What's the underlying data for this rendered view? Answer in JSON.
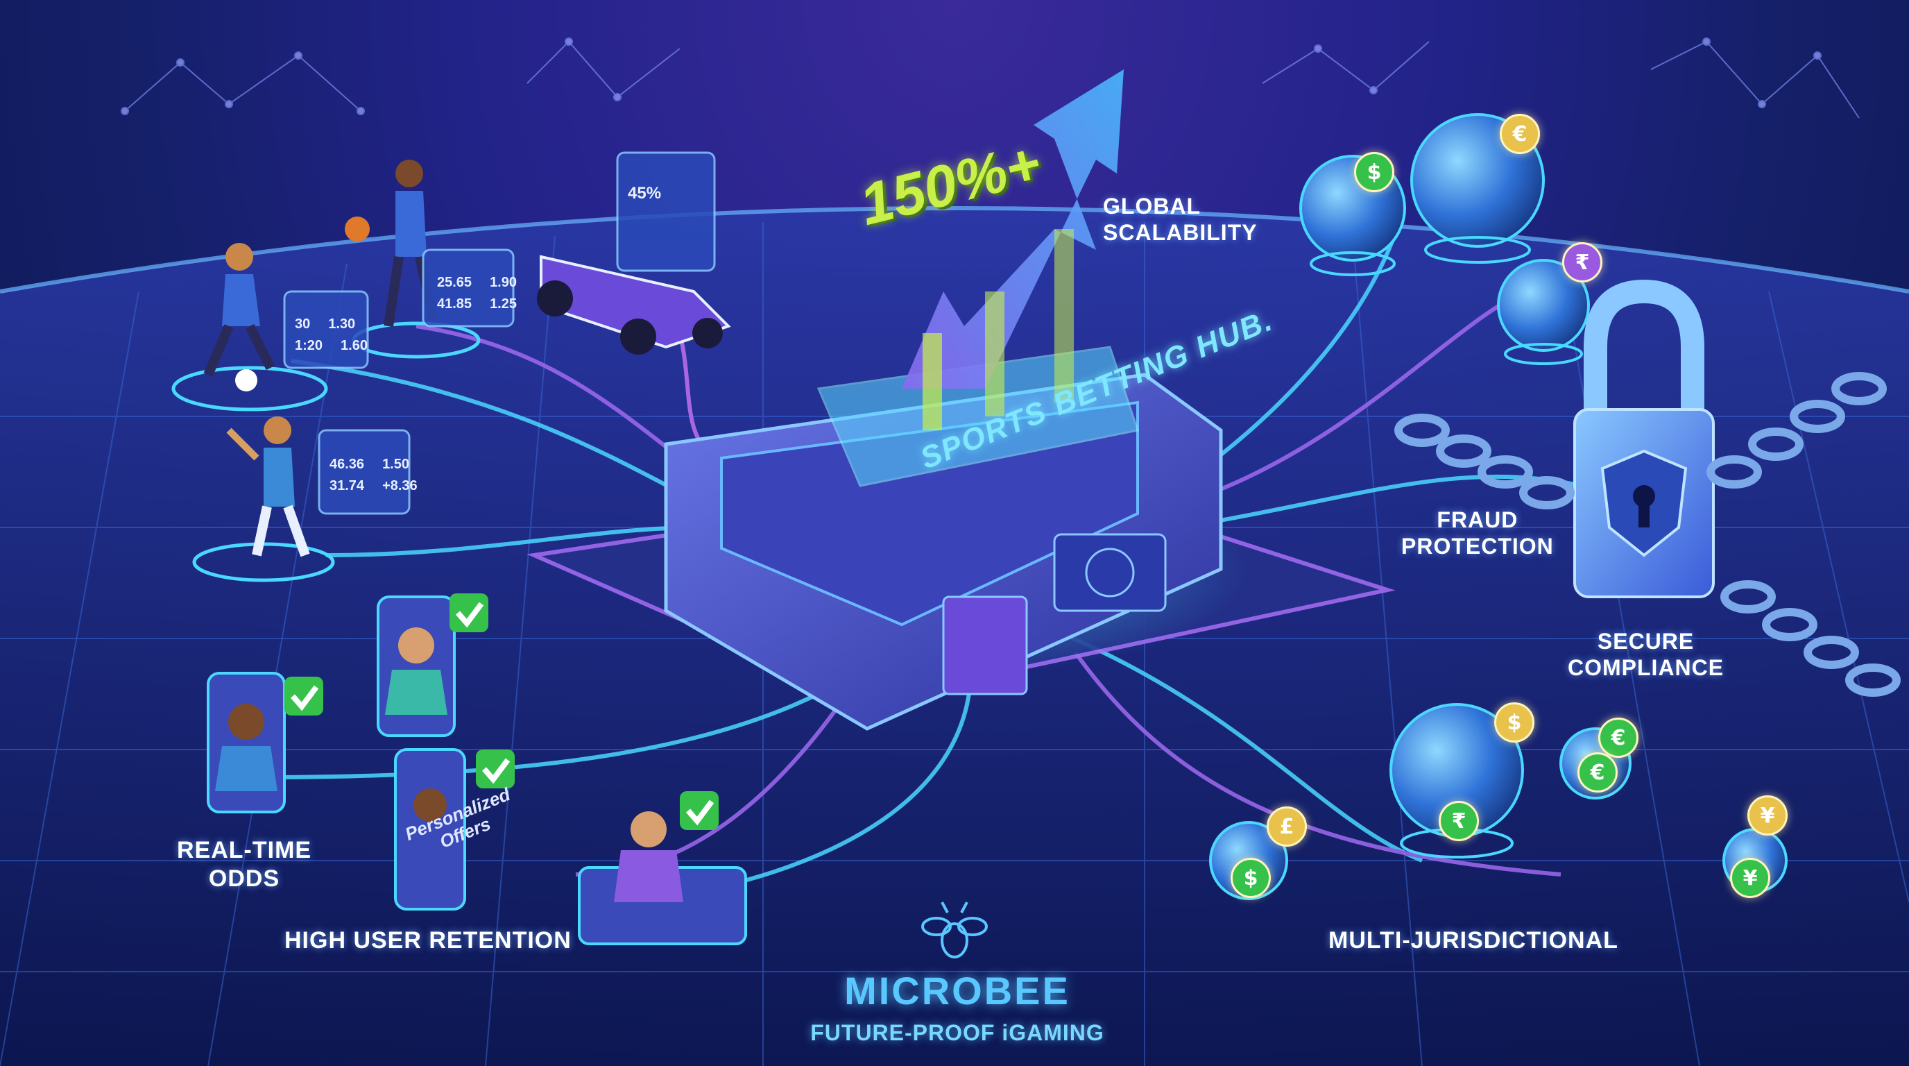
{
  "hero": {
    "growth_label": "150%+",
    "hub_banner": "SPORTS BETTING HUB."
  },
  "features": {
    "global_scalability": [
      "GLOBAL",
      "SCALABILITY"
    ],
    "fraud_protection": [
      "FRAUD",
      "PROTECTION"
    ],
    "secure_compliance": [
      "SECURE",
      "COMPLIANCE"
    ],
    "real_time_odds": [
      "REAL-TIME",
      "ODDS"
    ],
    "high_user_retention": "HIGH USER RETENTION",
    "multi_jurisdictional": "MULTI-JURISDICTIONAL"
  },
  "offers_sign": [
    "Personalized",
    "Offers"
  ],
  "odds_boards": {
    "board_football": [
      [
        "30",
        "1.30"
      ],
      [
        "1:20",
        "1.60"
      ]
    ],
    "board_basketball": [
      [
        "25.65",
        "1.90"
      ],
      [
        "41.85",
        "1.25"
      ]
    ],
    "board_cricket": [
      [
        "46.36",
        "1.50"
      ],
      [
        "31.74",
        "+8.36"
      ]
    ],
    "board_racing_pct": "45%"
  },
  "currencies": {
    "top": [
      "$",
      "€",
      "₹"
    ],
    "bottom": [
      "$",
      "€",
      "£",
      "$",
      "¥",
      "₹",
      "€",
      "¥"
    ]
  },
  "brand": {
    "name": "MICROBEE",
    "tagline": "FUTURE-PROOF iGAMING"
  },
  "colors": {
    "accent_cyan": "#58c8ff",
    "growth_green": "#c8f048",
    "check_green": "#36c24a",
    "coin_gold": "#e8c24a"
  }
}
